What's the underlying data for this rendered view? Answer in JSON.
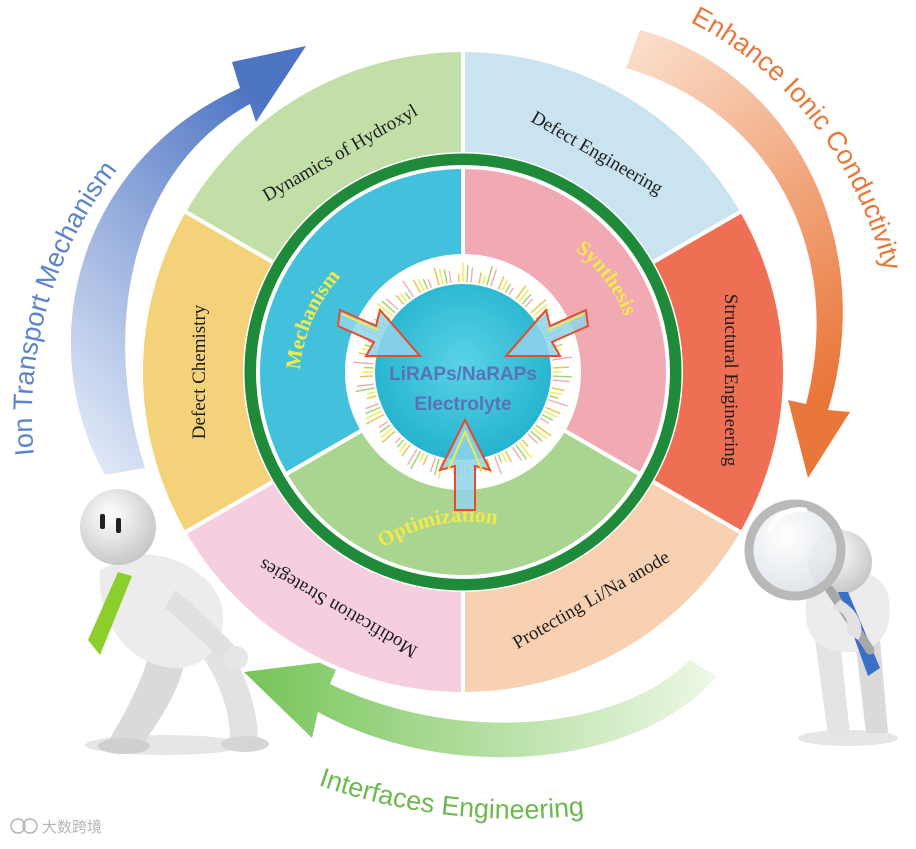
{
  "outer_arrows": {
    "left": "Ion Transport Mechanism",
    "right": "Enhance Ionic Conductivity",
    "bottom": "Interfaces Engineering"
  },
  "segments": {
    "hydroxyl": "Dynamics of Hydroxyl",
    "defect_eng": "Defect Engineering",
    "structural": "Structural Engineering",
    "protecting": "Protecting Li/Na anode",
    "modification": "Modification Strategies",
    "defect_chem": "Defect Chemistry"
  },
  "inner": {
    "mechanism": "Mechanism",
    "synthesis": "Synthesis",
    "optimization": "Optimization"
  },
  "center": {
    "line1": "LiRAPs/NaRAPs",
    "line2": "Electrolyte"
  },
  "watermark": "大数跨境",
  "colors": {
    "hydroxyl": "#c2dfa8",
    "defect_eng": "#c9e4f0",
    "structural": "#ef6f55",
    "protecting": "#f8d1b2",
    "modification": "#f5cfe0",
    "defect_chem": "#f4d27a",
    "ring": "#1f8a3a",
    "inner_blue": "#43c1dc",
    "inner_pink": "#f1a9b3",
    "inner_green": "#a9d591",
    "arrow_blue": "#5a7fc6",
    "arrow_orange": "#ed8a4c",
    "arrow_green": "#8ccc6e"
  }
}
